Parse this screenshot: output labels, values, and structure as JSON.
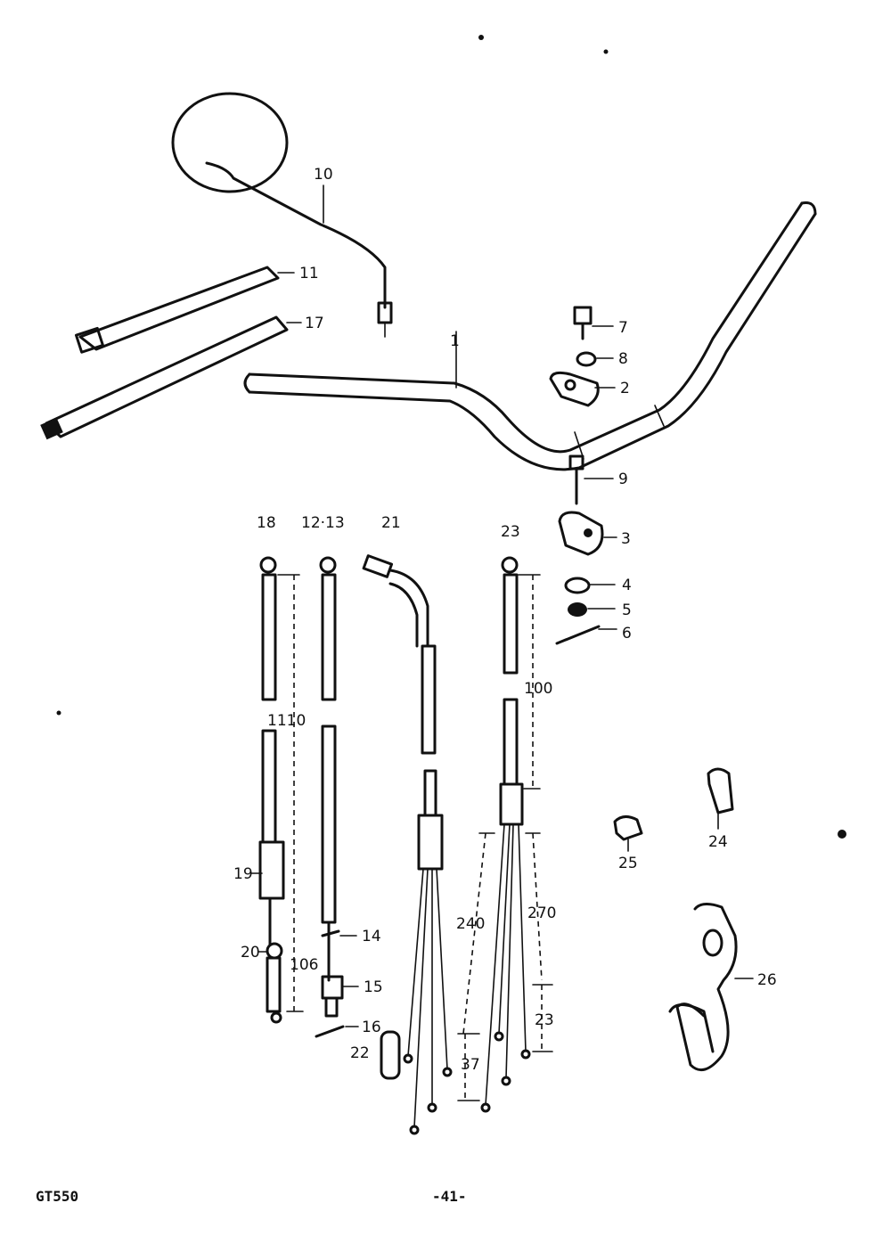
{
  "labels": {
    "p1": "1",
    "p2": "2",
    "p3": "3",
    "p4": "4",
    "p5": "5",
    "p6": "6",
    "p7": "7",
    "p8": "8",
    "p9": "9",
    "p10": "10",
    "p11": "11",
    "p12_13": "12·13",
    "p14": "14",
    "p15": "15",
    "p16": "16",
    "p17": "17",
    "p18": "18",
    "p19": "19",
    "p20": "20",
    "p21": "21",
    "p22": "22",
    "p23": "23",
    "p24": "24",
    "p25": "25",
    "p26": "26"
  },
  "dimensions": {
    "d1110": "1110",
    "d100": "100",
    "d106": "106",
    "d240": "240",
    "d270": "270",
    "d23": "23",
    "d37": "37"
  },
  "footer": {
    "model": "GT550",
    "page": "-41-"
  }
}
